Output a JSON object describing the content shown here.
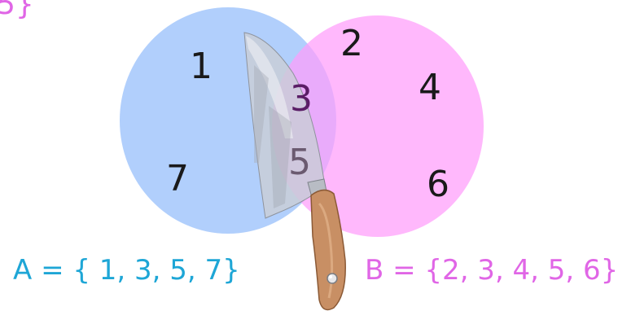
{
  "top_partial": "5}",
  "elements": {
    "e1": "1",
    "e2": "2",
    "e3": "3",
    "e4": "4",
    "e5": "5",
    "e6": "6",
    "e7": "7"
  },
  "sets": {
    "a_label": "A = { 1, 3, 5, 7}",
    "b_label": "B = {2, 3, 4, 5, 6}"
  },
  "colors": {
    "set_a_fill": "#9ec3fb",
    "set_b_fill": "#ff9cfb",
    "set_a_text": "#1ea6d6",
    "set_b_text": "#e066e6"
  },
  "icons": [
    "knife-icon"
  ]
}
